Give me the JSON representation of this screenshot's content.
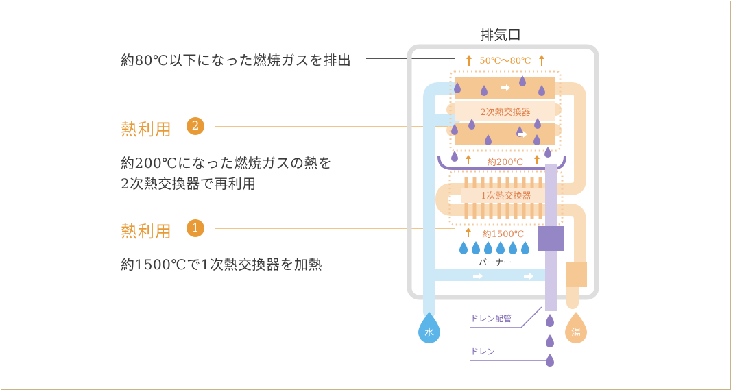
{
  "exhaust_label": "排気口",
  "exhaust_text": "約80℃以下になった燃焼ガスを排出",
  "exhaust_temp": "50℃〜80℃",
  "heat_use_2": {
    "title": "熱利用",
    "badge": "2",
    "line1": "約200℃になった燃焼ガスの熱を",
    "line2": "2次熱交換器で再利用"
  },
  "heat_use_1": {
    "title": "熱利用",
    "badge": "1",
    "line1": "約1500℃で1次熱交換器を加熱"
  },
  "secondary_exchanger": "2次熱交換器",
  "primary_exchanger": "1次熱交換器",
  "temp_200": "約200℃",
  "temp_1500": "約1500℃",
  "burner": "バーナー",
  "water": "水",
  "hot_water": "湯",
  "drain_pipe": "ドレン配管",
  "drain": "ドレン",
  "colors": {
    "accent_orange": "#e89a36",
    "water_blue": "#bfe0f4",
    "hot_orange": "#f8d9b4",
    "drain_purple": "#8f7cc0",
    "frame_gray": "#dcdcdc"
  }
}
